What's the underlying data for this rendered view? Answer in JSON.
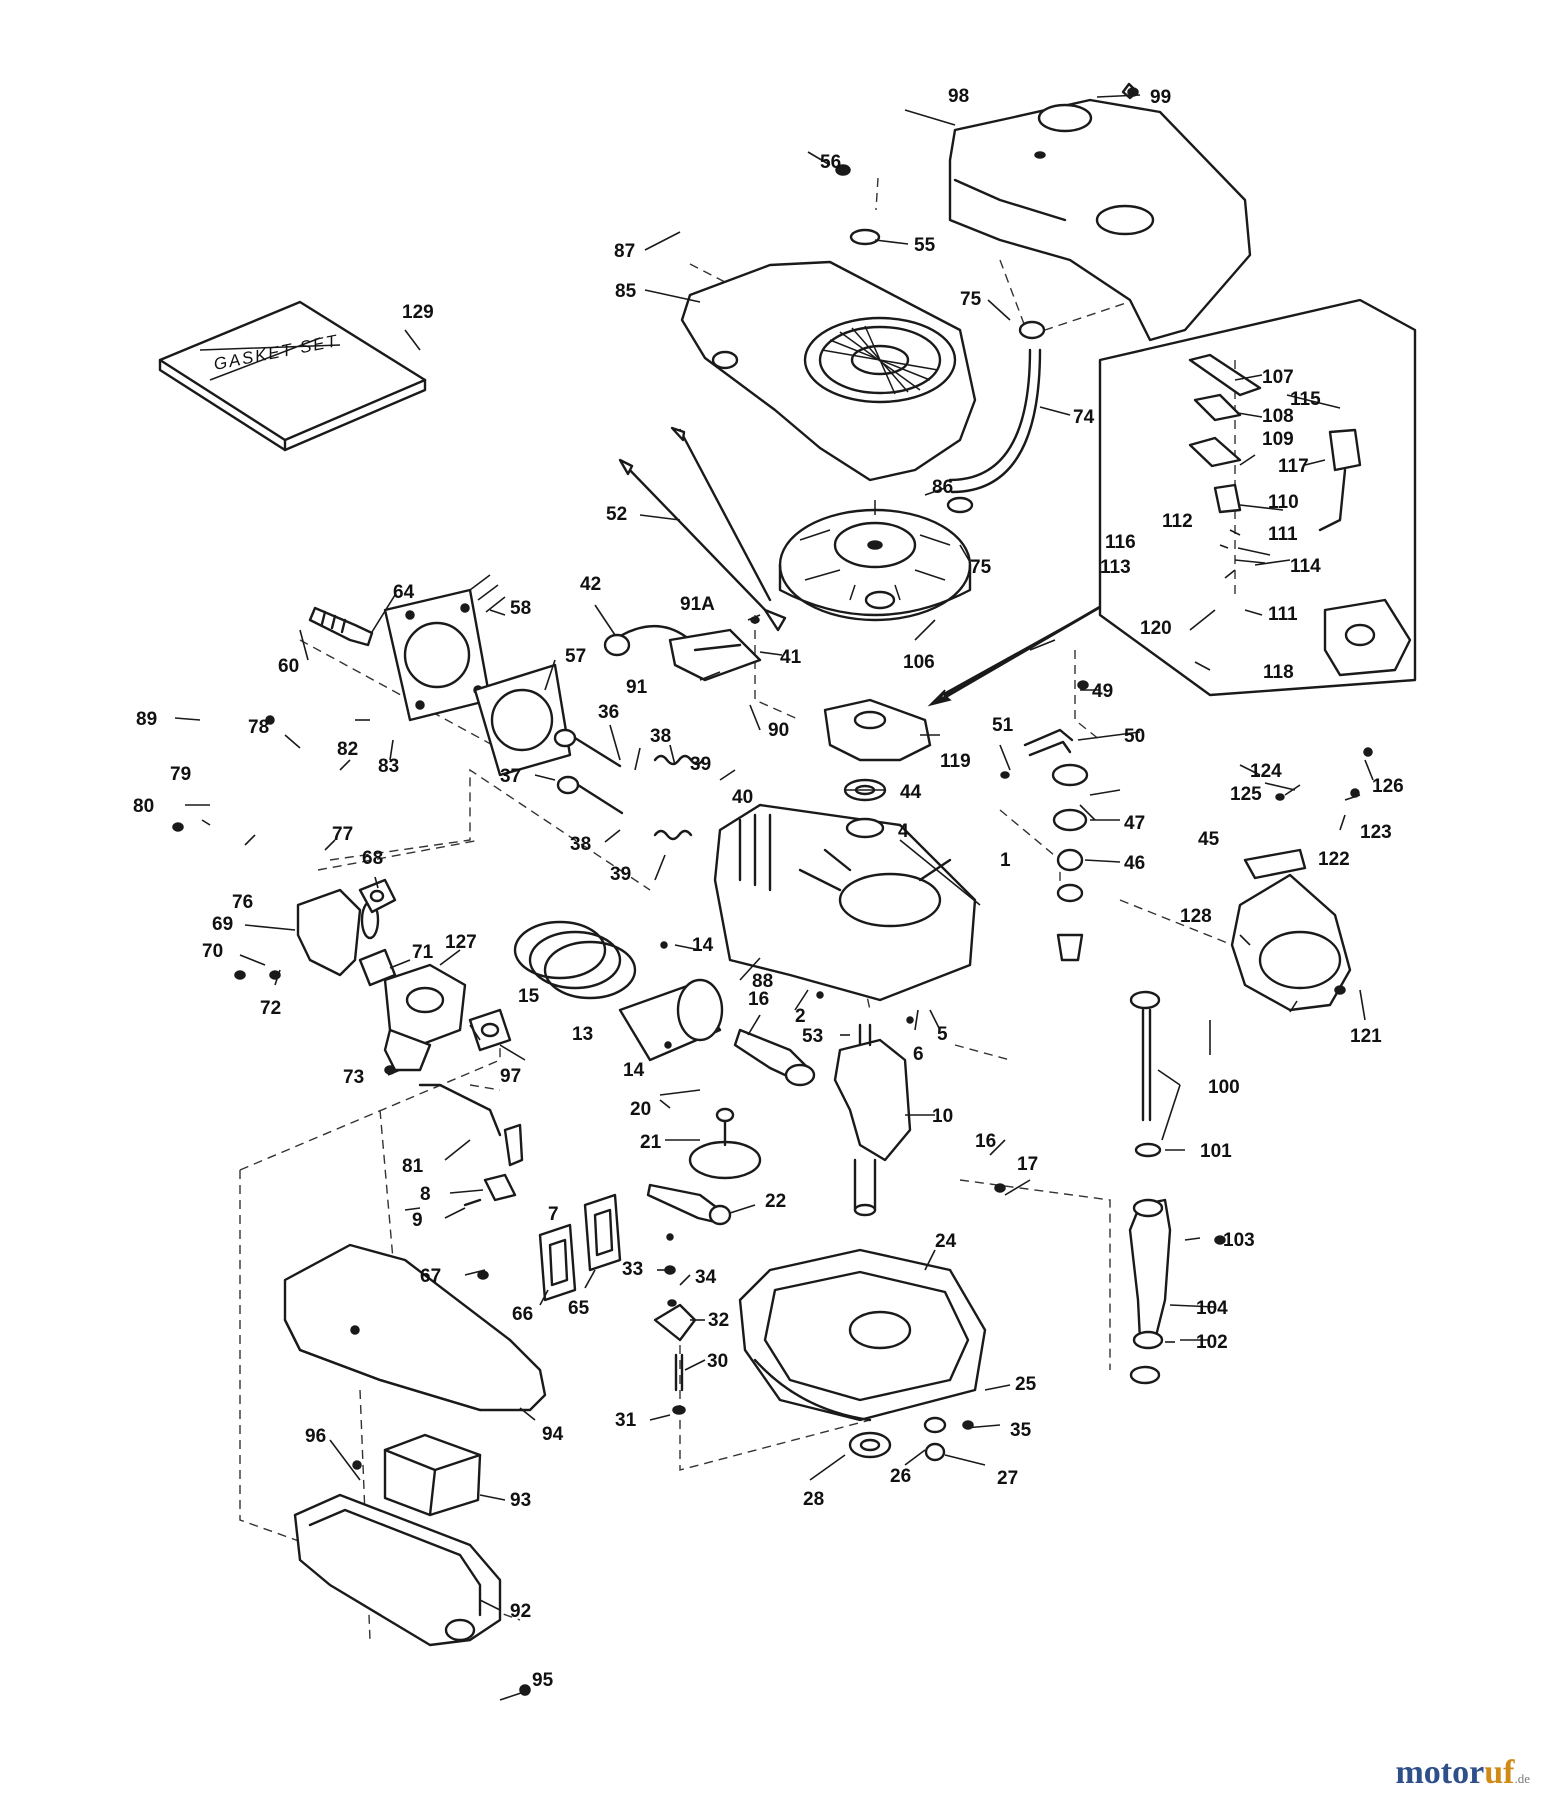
{
  "gasket_set_text": "GASKET SET",
  "watermark": {
    "part1": "motor",
    "part2": "uf",
    "part3": ".de"
  },
  "callouts": [
    {
      "id": "c1",
      "text": "1"
    },
    {
      "id": "c2",
      "text": "2"
    },
    {
      "id": "c4",
      "text": "4"
    },
    {
      "id": "c5",
      "text": "5"
    },
    {
      "id": "c6",
      "text": "6"
    },
    {
      "id": "c7",
      "text": "7"
    },
    {
      "id": "c8",
      "text": "8"
    },
    {
      "id": "c9",
      "text": "9"
    },
    {
      "id": "c10",
      "text": "10"
    },
    {
      "id": "c13",
      "text": "13"
    },
    {
      "id": "c14a",
      "text": "14"
    },
    {
      "id": "c14b",
      "text": "14"
    },
    {
      "id": "c15",
      "text": "15"
    },
    {
      "id": "c16a",
      "text": "16"
    },
    {
      "id": "c16b",
      "text": "16"
    },
    {
      "id": "c17",
      "text": "17"
    },
    {
      "id": "c20",
      "text": "20"
    },
    {
      "id": "c21",
      "text": "21"
    },
    {
      "id": "c22",
      "text": "22"
    },
    {
      "id": "c24",
      "text": "24"
    },
    {
      "id": "c25",
      "text": "25"
    },
    {
      "id": "c26",
      "text": "26"
    },
    {
      "id": "c27",
      "text": "27"
    },
    {
      "id": "c28",
      "text": "28"
    },
    {
      "id": "c30",
      "text": "30"
    },
    {
      "id": "c31",
      "text": "31"
    },
    {
      "id": "c32",
      "text": "32"
    },
    {
      "id": "c33",
      "text": "33"
    },
    {
      "id": "c34",
      "text": "34"
    },
    {
      "id": "c35",
      "text": "35"
    },
    {
      "id": "c36",
      "text": "36"
    },
    {
      "id": "c37",
      "text": "37"
    },
    {
      "id": "c38a",
      "text": "38"
    },
    {
      "id": "c38b",
      "text": "38"
    },
    {
      "id": "c39a",
      "text": "39"
    },
    {
      "id": "c39b",
      "text": "39"
    },
    {
      "id": "c40",
      "text": "40"
    },
    {
      "id": "c41",
      "text": "41"
    },
    {
      "id": "c42",
      "text": "42"
    },
    {
      "id": "c44",
      "text": "44"
    },
    {
      "id": "c45",
      "text": "45"
    },
    {
      "id": "c46",
      "text": "46"
    },
    {
      "id": "c47",
      "text": "47"
    },
    {
      "id": "c49",
      "text": "49"
    },
    {
      "id": "c50",
      "text": "50"
    },
    {
      "id": "c51",
      "text": "51"
    },
    {
      "id": "c52",
      "text": "52"
    },
    {
      "id": "c53",
      "text": "53"
    },
    {
      "id": "c55",
      "text": "55"
    },
    {
      "id": "c56",
      "text": "56"
    },
    {
      "id": "c57",
      "text": "57"
    },
    {
      "id": "c58",
      "text": "58"
    },
    {
      "id": "c60",
      "text": "60"
    },
    {
      "id": "c64",
      "text": "64"
    },
    {
      "id": "c65",
      "text": "65"
    },
    {
      "id": "c66",
      "text": "66"
    },
    {
      "id": "c67",
      "text": "67"
    },
    {
      "id": "c68",
      "text": "68"
    },
    {
      "id": "c69",
      "text": "69"
    },
    {
      "id": "c70",
      "text": "70"
    },
    {
      "id": "c71",
      "text": "71"
    },
    {
      "id": "c72",
      "text": "72"
    },
    {
      "id": "c73",
      "text": "73"
    },
    {
      "id": "c74",
      "text": "74"
    },
    {
      "id": "c75a",
      "text": "75"
    },
    {
      "id": "c75b",
      "text": "75"
    },
    {
      "id": "c76",
      "text": "76"
    },
    {
      "id": "c77",
      "text": "77"
    },
    {
      "id": "c78",
      "text": "78"
    },
    {
      "id": "c79",
      "text": "79"
    },
    {
      "id": "c80",
      "text": "80"
    },
    {
      "id": "c81",
      "text": "81"
    },
    {
      "id": "c82",
      "text": "82"
    },
    {
      "id": "c83",
      "text": "83"
    },
    {
      "id": "c85",
      "text": "85"
    },
    {
      "id": "c86",
      "text": "86"
    },
    {
      "id": "c87",
      "text": "87"
    },
    {
      "id": "c88",
      "text": "88"
    },
    {
      "id": "c89",
      "text": "89"
    },
    {
      "id": "c90",
      "text": "90"
    },
    {
      "id": "c91",
      "text": "91"
    },
    {
      "id": "c91a",
      "text": "91A"
    },
    {
      "id": "c92",
      "text": "92"
    },
    {
      "id": "c93",
      "text": "93"
    },
    {
      "id": "c94",
      "text": "94"
    },
    {
      "id": "c95",
      "text": "95"
    },
    {
      "id": "c96",
      "text": "96"
    },
    {
      "id": "c97",
      "text": "97"
    },
    {
      "id": "c98",
      "text": "98"
    },
    {
      "id": "c99",
      "text": "99"
    },
    {
      "id": "c100",
      "text": "100"
    },
    {
      "id": "c101",
      "text": "101"
    },
    {
      "id": "c102",
      "text": "102"
    },
    {
      "id": "c103",
      "text": "103"
    },
    {
      "id": "c104",
      "text": "104"
    },
    {
      "id": "c106",
      "text": "106"
    },
    {
      "id": "c107",
      "text": "107"
    },
    {
      "id": "c108",
      "text": "108"
    },
    {
      "id": "c109",
      "text": "109"
    },
    {
      "id": "c110",
      "text": "110"
    },
    {
      "id": "c111a",
      "text": "111"
    },
    {
      "id": "c111b",
      "text": "111"
    },
    {
      "id": "c112",
      "text": "112"
    },
    {
      "id": "c113",
      "text": "113"
    },
    {
      "id": "c114",
      "text": "114"
    },
    {
      "id": "c115",
      "text": "115"
    },
    {
      "id": "c116",
      "text": "116"
    },
    {
      "id": "c117",
      "text": "117"
    },
    {
      "id": "c118",
      "text": "118"
    },
    {
      "id": "c119",
      "text": "119"
    },
    {
      "id": "c120",
      "text": "120"
    },
    {
      "id": "c121",
      "text": "121"
    },
    {
      "id": "c122",
      "text": "122"
    },
    {
      "id": "c123",
      "text": "123"
    },
    {
      "id": "c124",
      "text": "124"
    },
    {
      "id": "c125",
      "text": "125"
    },
    {
      "id": "c126",
      "text": "126"
    },
    {
      "id": "c127",
      "text": "127"
    },
    {
      "id": "c128",
      "text": "128"
    },
    {
      "id": "c129",
      "text": "129"
    }
  ]
}
